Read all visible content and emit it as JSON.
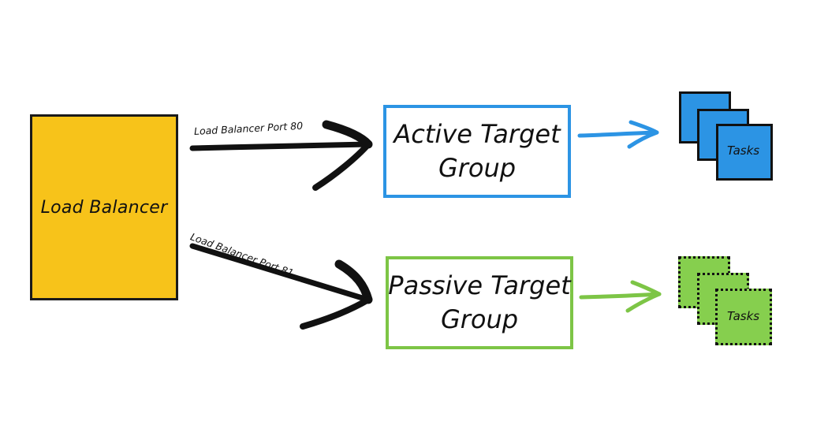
{
  "load_balancer": {
    "label": "Load Balancer",
    "color": "#F7C31A"
  },
  "edges": [
    {
      "label": "Load Balancer Port 80",
      "from": "Load Balancer",
      "to": "Active Target Group"
    },
    {
      "label": "Load Balancer Port 81",
      "from": "Load Balancer",
      "to": "Passive Target Group"
    }
  ],
  "target_groups": {
    "active": {
      "line1": "Active Target",
      "line2": "Group",
      "color": "#2C94E4"
    },
    "passive": {
      "line1": "Passive Target",
      "line2": "Group",
      "color": "#7DC546"
    }
  },
  "tasks": {
    "active": {
      "label": "Tasks",
      "color": "#2C94E4",
      "border": "solid"
    },
    "passive": {
      "label": "Tasks",
      "color": "#86CF4E",
      "border": "dotted"
    }
  }
}
